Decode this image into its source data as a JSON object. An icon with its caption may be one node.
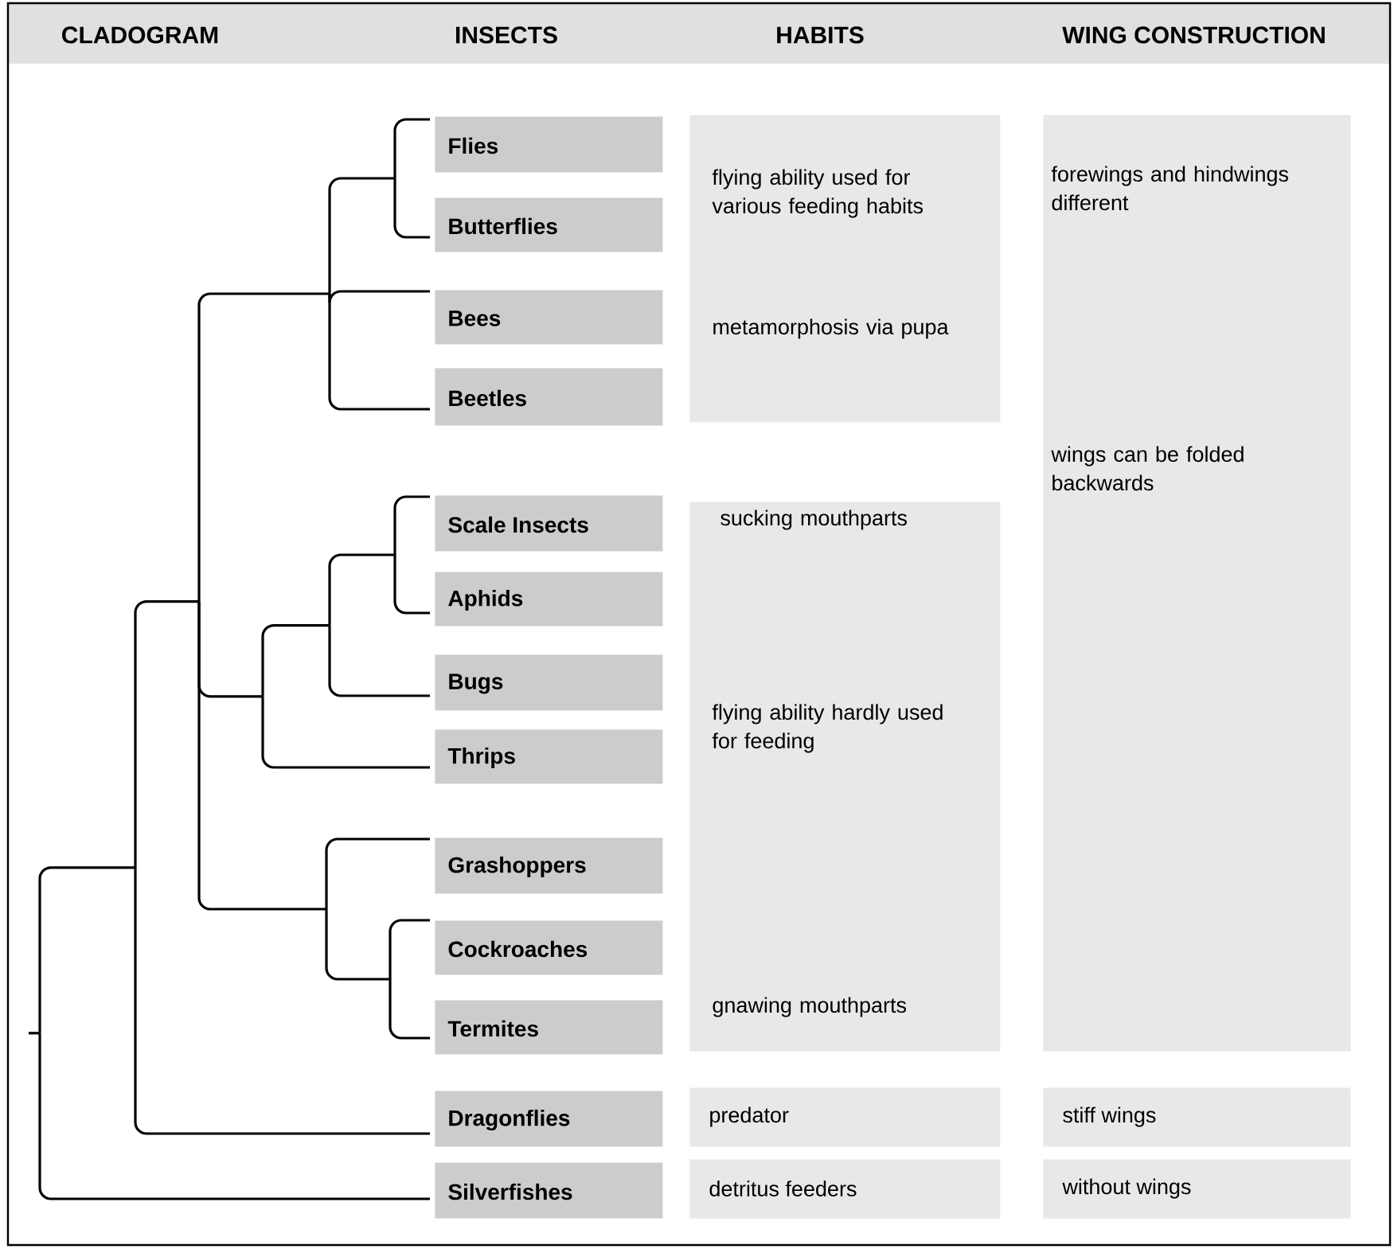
{
  "diagram": {
    "nodes": [
      {
        "text": [
          "Flies"
        ]
      },
      {
        "text": [
          "Butterflies"
        ]
      },
      {
        "text": [
          "Bees"
        ]
      },
      {
        "text": [
          "Beetles"
        ]
      },
      {
        "text": [
          "Scale Insects"
        ]
      },
      {
        "text": [
          "Aphids"
        ]
      },
      {
        "text": [
          "Bugs"
        ]
      },
      {
        "text": [
          "Thrips"
        ]
      },
      {
        "text": [
          "Grashoppers"
        ]
      },
      {
        "text": [
          "Cockroaches"
        ]
      },
      {
        "text": [
          "Termites"
        ]
      },
      {
        "text": [
          "Dragonflies"
        ]
      },
      {
        "text": [
          "Silverfishes"
        ]
      },
      {
        "text": [
          "flying ability used for various feeding habits",
          "metamorphosis via pupa"
        ]
      },
      {
        "text": [
          "sucking mouthparts",
          "flying ability hardly used for feeding",
          "gnawing mouthparts"
        ]
      },
      {
        "text": [
          "predator"
        ]
      },
      {
        "text": [
          "detritus feeders"
        ]
      },
      {
        "text": [
          "forewings and hindwings different",
          "wings can be folded backwards"
        ]
      },
      {
        "text": [
          "stiff wings"
        ]
      },
      {
        "text": [
          "without wings"
        ]
      }
    ],
    "labels": [
      "CLADOGRAM",
      "INSECTS",
      "HABITS",
      "WING CONSTRUCTION"
    ]
  }
}
